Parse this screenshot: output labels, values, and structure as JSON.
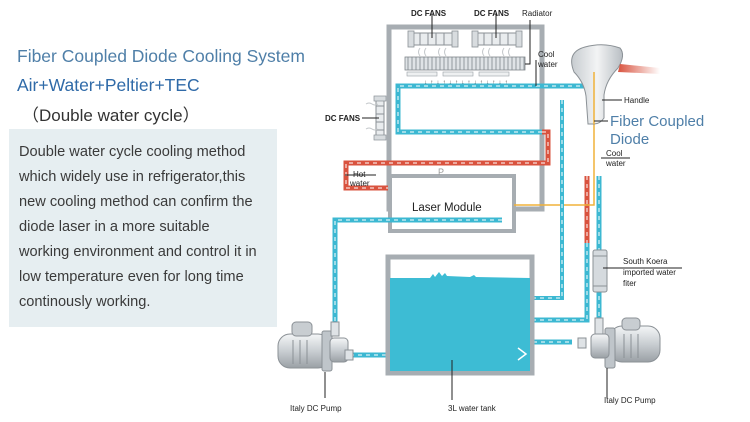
{
  "header": {
    "title": "Fiber Coupled Diode Cooling System",
    "subtitle": "Air+Water+Peltier+TEC",
    "note": "（Double water cycle）"
  },
  "description": "Double water cycle cooling method\nwhich widely use in refrigerator,this\nnew cooling method can confirm the\ndiode laser in a more suitable\nworking environment and control it in\nlow temperature even for long time\ncontinously working.",
  "diagram": {
    "labels": {
      "dc_fans_top_left": "DC FANS",
      "dc_fans_top_right": "DC FANS",
      "radiator": "Radiator",
      "cool_water_top": "Cool",
      "cool_water_top_2": "water",
      "dc_fans_side": "DC FANS",
      "handle": "Handle",
      "fiber_coupled_diode": "Fiber Coupled\nDiode",
      "cool_water_right": "Cool",
      "cool_water_right_2": "water",
      "hot_water": "Hot",
      "hot_water_2": "water",
      "laser_module": "Laser Module",
      "p_mark": "P",
      "water_filter_1": "South Koera",
      "water_filter_2": "imported water",
      "water_filter_3": "fiter",
      "pump_left": "Italy DC Pump",
      "pump_right": "Italy DC Pump",
      "water_tank": "3L water tank"
    },
    "colors": {
      "cool_pipe": "#3cb8d2",
      "hot_pipe": "#d9533f",
      "fiber_line": "#f0b23a",
      "frame": "#a7adb2",
      "tank_water": "#3dbcd4",
      "label_blue": "#4f7fa8"
    }
  }
}
